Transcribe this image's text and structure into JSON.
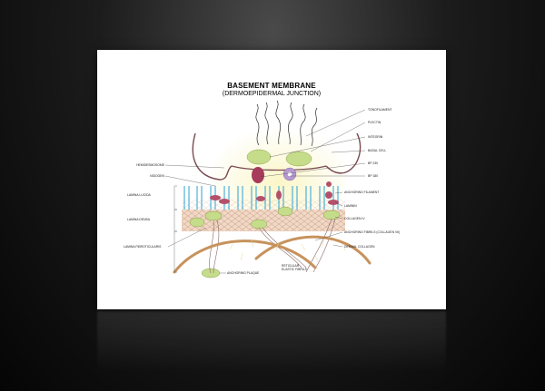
{
  "title": "BASEMENT MEMBRANE",
  "subtitle": "(DERMOEPIDERMAL JUNCTION)",
  "left_labels": {
    "hemidesmosome": "HEMIDESMOSOME",
    "nidogen": "NIDOGEN",
    "lamina_lucida": "LAMINA LUCIDA",
    "lamina_densa": "LAMINA DENSA",
    "lamina_fibroreticularis": "LAMINA FIBROTICULARIS"
  },
  "right_labels": {
    "tonofilament": "TONOFILAMENT",
    "plectin": "PLECTIN",
    "integrin": "INTEGRIN",
    "basal_cell": "BASAL CELL",
    "bp230": "BP 230",
    "bp180": "BP 180",
    "anchoring_filament": "ANCHORING FILAMENT",
    "laminin": "LAMININ",
    "collagen_iv": "COLLAGEN IV",
    "anchoring_fibrils": "ANCHORING FIBRILS (COLLAGEN VII)",
    "dermal_collagen": "DERMAL COLLAGEN"
  },
  "bottom_labels": {
    "anchoring_plaque": "ANCHORING PLAQUE",
    "reticular_line1": "RETICULAR",
    "reticular_line2": "ELASTIC FIBRILS"
  },
  "colors": {
    "tonofilament": "#2a2a2a",
    "cell_membrane": "#7a4a52",
    "blue_filament": "#3fa9d6",
    "green_plaque": "#c5dd8a",
    "red_plaque": "#b5506b",
    "purple": "#b59ad0",
    "lamina_densa": "#e9c9b0",
    "collagen": "#c7925c",
    "basal_glow": "#fbf7d2"
  }
}
